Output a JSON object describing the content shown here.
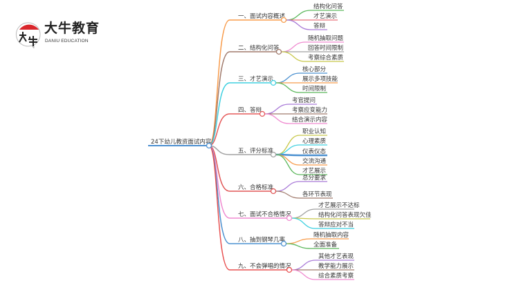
{
  "logo": {
    "name_cn": "大牛教育",
    "name_en": "DANIU EDUCATION",
    "mark_text": "大牛"
  },
  "root": {
    "label": "24下幼儿教资面试内容",
    "color": "#4a8fd0"
  },
  "branches": [
    {
      "label": "一、面试内容概述",
      "color": "#f89b4a",
      "children": [
        {
          "label": "结构化问答",
          "color": "#5cb85c"
        },
        {
          "label": "才艺演示",
          "color": "#e8707a"
        },
        {
          "label": "答辩",
          "color": "#a97ad8"
        }
      ]
    },
    {
      "label": "二、结构化问答",
      "color": "#a07a6c",
      "children": [
        {
          "label": "随机抽取问题",
          "color": "#f08ad0"
        },
        {
          "label": "回答时间限制",
          "color": "#a0a0a0"
        },
        {
          "label": "考察综合素质",
          "color": "#c8c84a"
        }
      ]
    },
    {
      "label": "三、才艺演示",
      "color": "#3fd0e0",
      "children": [
        {
          "label": "核心部分",
          "color": "#4a90d0"
        },
        {
          "label": "展示多项技能",
          "color": "#f89b4a"
        },
        {
          "label": "时间限制",
          "color": "#5cb85c"
        }
      ]
    },
    {
      "label": "四、答辩",
      "color": "#e65a5a",
      "children": [
        {
          "label": "考官提问",
          "color": "#a97ad8"
        },
        {
          "label": "考察应变能力",
          "color": "#a07a6c"
        },
        {
          "label": "结合演示内容",
          "color": "#f08ad0"
        }
      ]
    },
    {
      "label": "五、评分标准",
      "color": "#a0a0a0",
      "children": [
        {
          "label": "职业认知",
          "color": "#c8c84a"
        },
        {
          "label": "心理素质",
          "color": "#3fd0e0"
        },
        {
          "label": "仪表仪态",
          "color": "#4a90d0"
        },
        {
          "label": "交流沟通",
          "color": "#f89b4a"
        },
        {
          "label": "才艺展示",
          "color": "#5cb85c"
        }
      ]
    },
    {
      "label": "六、合格标准",
      "color": "#e05555",
      "children": [
        {
          "label": "总分要求",
          "color": "#a97ad8"
        },
        {
          "label": "各环节表现",
          "color": "#a07a6c"
        }
      ]
    },
    {
      "label": "七、面试不合格情况",
      "color": "#f08ad0",
      "children": [
        {
          "label": "才艺展示不达标",
          "color": "#a0a0a0"
        },
        {
          "label": "结构化问答表现欠佳",
          "color": "#c8c84a"
        },
        {
          "label": "答辩应对不当",
          "color": "#3fd0e0"
        }
      ]
    },
    {
      "label": "八、抽到钢琴几率",
      "color": "#4a90d0",
      "children": [
        {
          "label": "随机抽取内容",
          "color": "#f89b4a"
        },
        {
          "label": "全面准备",
          "color": "#5cb85c"
        }
      ]
    },
    {
      "label": "九、不会弹唱的情况",
      "color": "#e85050",
      "children": [
        {
          "label": "其他才艺表现",
          "color": "#a97ad8"
        },
        {
          "label": "教学能力展示",
          "color": "#a07a6c"
        },
        {
          "label": "综合素质考察",
          "color": "#f08ad0"
        }
      ]
    }
  ]
}
